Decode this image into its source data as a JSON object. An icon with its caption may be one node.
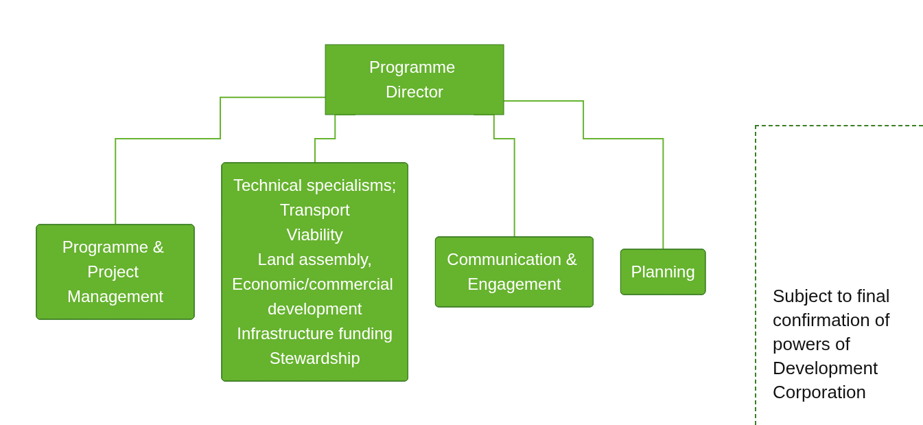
{
  "diagram": {
    "nodes": [
      {
        "text": [
          "Programme Director"
        ]
      },
      {
        "text": [
          "Programme & Project Management"
        ]
      },
      {
        "text": [
          "Technical specialisms;",
          "Transport",
          "Viability",
          "Land assembly,",
          "Economic/commercial development",
          "Infrastructure funding",
          "Stewardship"
        ]
      },
      {
        "text": [
          "Communication & Engagement"
        ]
      },
      {
        "text": [
          "Planning"
        ]
      }
    ],
    "edges": [
      {
        "from": 0,
        "to": 1,
        "arrow": "none"
      },
      {
        "from": 0,
        "to": 2,
        "arrow": "none"
      },
      {
        "from": 0,
        "to": 3,
        "arrow": "none"
      },
      {
        "from": 0,
        "to": 4,
        "arrow": "none"
      }
    ],
    "labels": [
      "Subject to final confirmation of powers of Development Corporation"
    ]
  }
}
